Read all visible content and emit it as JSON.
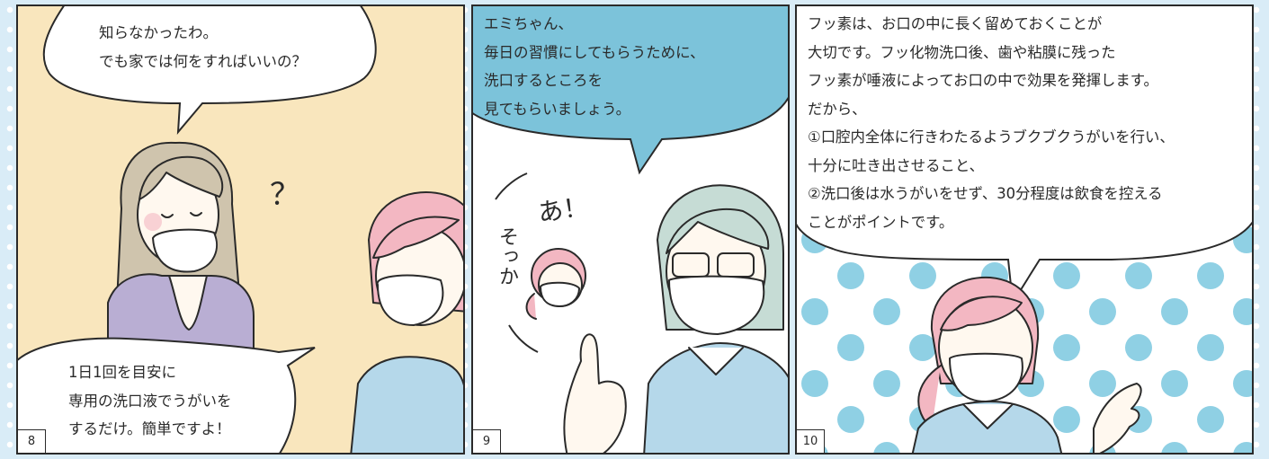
{
  "panels": [
    {
      "number": "8",
      "bubble_top": [
        "知らなかったわ。",
        "でも家では何をすればいいの？"
      ],
      "question_mark": "？",
      "bubble_bottom": [
        "1日1回を目安に",
        "専用の洗口液でうがいを",
        "するだけ。簡単ですよ！"
      ]
    },
    {
      "number": "9",
      "bubble": [
        "エミちゃん、",
        "毎日の習慣にしてもらうために、",
        "洗口するところを",
        "見てもらいましょう。"
      ],
      "sfx_a": "あ！",
      "sfx_sokka": "そっか"
    },
    {
      "number": "10",
      "bubble": [
        "フッ素は、お口の中に長く留めておくことが",
        "大切です。フッ化物洗口後、歯や粘膜に残った",
        "フッ素が唾液によってお口の中で効果を発揮します。",
        "だから、",
        "①口腔内全体に行きわたるようブクブクうがいを行い、",
        "十分に吐き出させること、",
        "②洗口後は水うがいをせず、30分程度は飲食を控える",
        "ことがポイントです。"
      ]
    }
  ],
  "colors": {
    "page_bg": "#d9ecf7",
    "panel8_bg": "#f9e6bd",
    "bubble9_fill": "#7cc3da",
    "dots10": "#8fd0e4",
    "ink": "#2a2a2a",
    "hair_mom": "#cfc4ad",
    "hair_girl": "#f3b7c2",
    "hair_nurse": "#c6dcd5",
    "cardigan": "#b9aed3",
    "shirt_blue": "#b5d8ea"
  }
}
